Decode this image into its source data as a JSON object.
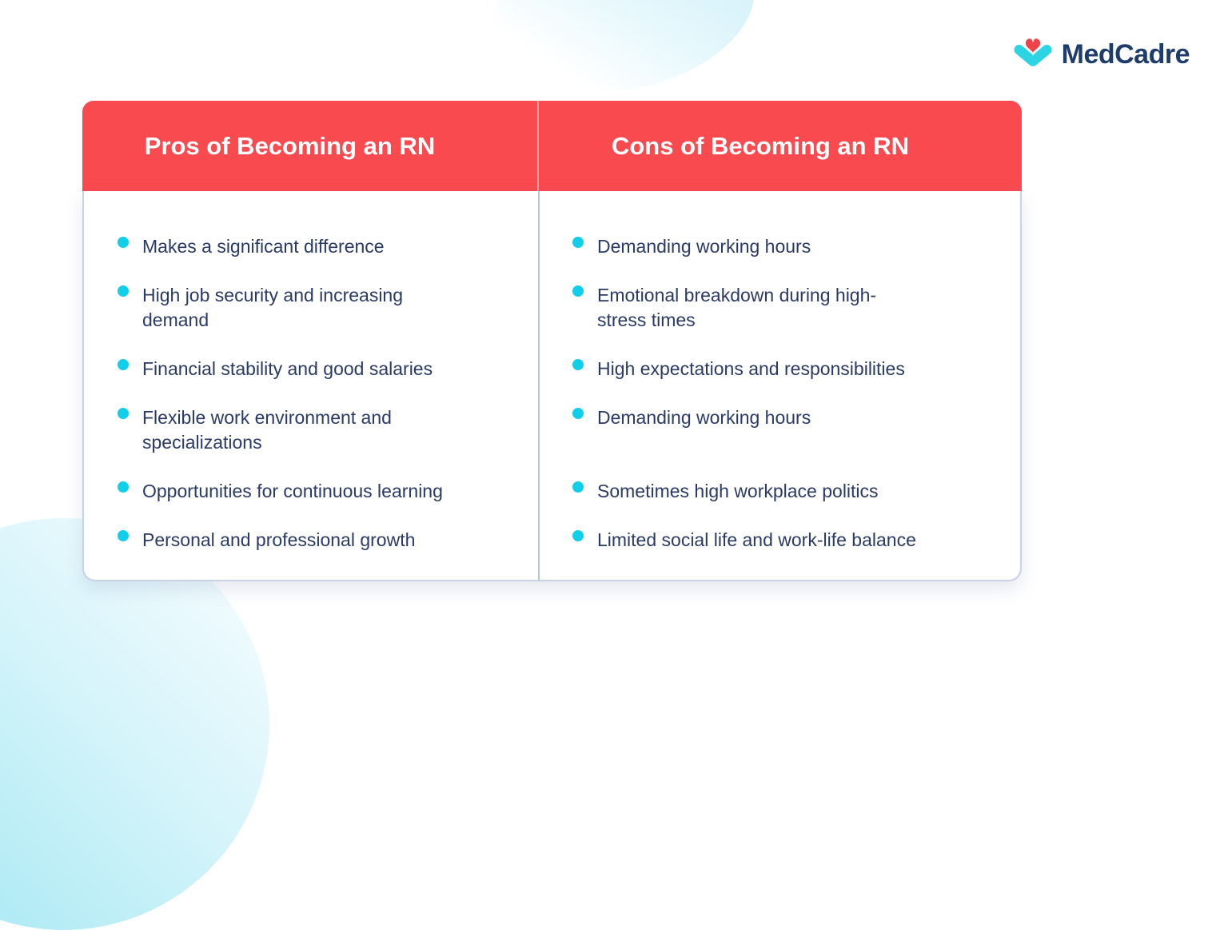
{
  "brand": {
    "name": "MedCadre"
  },
  "pros": {
    "title": "Pros of Becoming an RN",
    "items": [
      "Makes a significant difference",
      "High job security and increasing\ndemand",
      "Financial stability and good salaries",
      "Flexible work environment and\nspecializations",
      "Opportunities for continuous learning",
      "Personal and professional growth"
    ]
  },
  "cons": {
    "title": "Cons of Becoming an RN",
    "items": [
      "Demanding working hours",
      "Emotional breakdown during high-\nstress times",
      "High expectations and responsibilities",
      "Demanding working hours",
      "Sometimes high workplace politics",
      "Limited social life and work-life balance"
    ]
  },
  "colors": {
    "header_red": "#f94a4f",
    "bullet_cyan": "#12cfe9",
    "text_navy": "#2b3a64",
    "brand_navy": "#1e3d6d",
    "heart_red": "#ef4349",
    "icon_cyan": "#2cd4e4",
    "divider_gray": "#b9c3d8",
    "card_border": "#c8d2e4",
    "blob_cyan": "#a6e8f3"
  }
}
